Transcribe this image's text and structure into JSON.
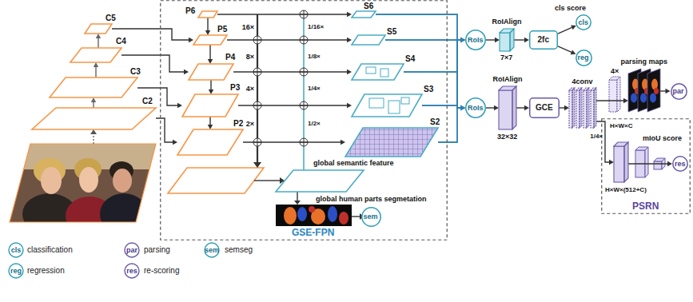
{
  "diagram": {
    "nodes": [
      {
        "text": [
          "C5"
        ]
      },
      {
        "text": [
          "C4"
        ]
      },
      {
        "text": [
          "C3"
        ]
      },
      {
        "text": [
          "C2"
        ]
      },
      {
        "text": [
          "GSE-FPN"
        ]
      },
      {
        "text": [
          "P6"
        ],
        "in": 4
      },
      {
        "text": [
          "P5"
        ],
        "in": 4
      },
      {
        "text": [
          "P4"
        ],
        "in": 4
      },
      {
        "text": [
          "P3"
        ],
        "in": 4
      },
      {
        "text": [
          "P2"
        ],
        "in": 4
      },
      {
        "text": [
          "S6"
        ],
        "in": 4
      },
      {
        "text": [
          "S5"
        ],
        "in": 4
      },
      {
        "text": [
          "S4"
        ],
        "in": 4
      },
      {
        "text": [
          "S3"
        ],
        "in": 4
      },
      {
        "text": [
          "S2"
        ],
        "in": 4
      },
      {
        "text": [
          "global semantic feature"
        ],
        "in": 4
      },
      {
        "text": [
          "sem"
        ],
        "in": 4
      },
      {
        "text": [
          "RoIs"
        ]
      },
      {
        "text": [
          "RoIAlign",
          "7×7"
        ]
      },
      {
        "text": [
          "2fc"
        ]
      },
      {
        "text": [
          "cls"
        ]
      },
      {
        "text": [
          "reg"
        ]
      },
      {
        "text": [
          "RoIs"
        ]
      },
      {
        "text": [
          "RoIAlign",
          "32×32"
        ]
      },
      {
        "text": [
          "GCE"
        ]
      },
      {
        "text": [
          "4conv"
        ]
      },
      {
        "text": [
          "parsing maps"
        ]
      },
      {
        "text": [
          "par"
        ]
      },
      {
        "text": [
          "PSRN"
        ]
      },
      {
        "text": [
          "H×W×(512+C)"
        ],
        "in": 28
      },
      {
        "text": [
          "res"
        ],
        "in": 28
      }
    ],
    "edges": [
      {
        "from": 3,
        "to": 2,
        "arrow": "to"
      },
      {
        "from": 2,
        "to": 1,
        "arrow": "to"
      },
      {
        "from": 1,
        "to": 0,
        "arrow": "to"
      },
      {
        "from": 0,
        "to": 6,
        "arrow": "to"
      },
      {
        "from": 1,
        "to": 7,
        "arrow": "to"
      },
      {
        "from": 2,
        "to": 8,
        "arrow": "to"
      },
      {
        "from": 3,
        "to": 9,
        "arrow": "to"
      },
      {
        "from": 5,
        "to": 6,
        "arrow": "to"
      },
      {
        "from": 6,
        "to": 7,
        "arrow": "to"
      },
      {
        "from": 7,
        "to": 8,
        "arrow": "to"
      },
      {
        "from": 8,
        "to": 9,
        "arrow": "to"
      },
      {
        "from": 5,
        "to": 10,
        "arrow": "to"
      },
      {
        "from": 6,
        "to": 11,
        "arrow": "to"
      },
      {
        "from": 7,
        "to": 12,
        "arrow": "to"
      },
      {
        "from": 8,
        "to": 13,
        "arrow": "to"
      },
      {
        "from": 9,
        "to": 14,
        "arrow": "to"
      },
      {
        "from": 10,
        "to": 17,
        "arrow": "to"
      },
      {
        "from": 11,
        "to": 17,
        "arrow": "to"
      },
      {
        "from": 12,
        "to": 17,
        "arrow": "to"
      },
      {
        "from": 13,
        "to": 17,
        "arrow": "to"
      },
      {
        "from": 14,
        "to": 17,
        "arrow": "to"
      },
      {
        "from": 10,
        "to": 22,
        "arrow": "to"
      },
      {
        "from": 11,
        "to": 22,
        "arrow": "to"
      },
      {
        "from": 12,
        "to": 22,
        "arrow": "to"
      },
      {
        "from": 13,
        "to": 22,
        "arrow": "to"
      },
      {
        "from": 14,
        "to": 22,
        "arrow": "to"
      },
      {
        "from": 17,
        "to": 18,
        "arrow": "to"
      },
      {
        "from": 18,
        "to": 19,
        "arrow": "to"
      },
      {
        "from": 19,
        "to": 20,
        "arrow": "to"
      },
      {
        "from": 19,
        "to": 21,
        "arrow": "to"
      },
      {
        "from": 22,
        "to": 23,
        "arrow": "to"
      },
      {
        "from": 23,
        "to": 24,
        "arrow": "to"
      },
      {
        "from": 24,
        "to": 25,
        "arrow": "to"
      },
      {
        "from": 25,
        "to": 26,
        "arrow": "to"
      },
      {
        "from": 26,
        "to": 27,
        "arrow": "to"
      },
      {
        "from": 25,
        "to": 29,
        "arrow": "to"
      },
      {
        "from": 29,
        "to": 30,
        "arrow": "to"
      }
    ],
    "labels": [
      "16×",
      "8×",
      "4×",
      "2×",
      "1/16×",
      "1/8×",
      "1/4×",
      "1/2×",
      "global human parts segmetation",
      "cls score",
      "4×",
      "1/4×",
      "H×W×C",
      "mIoU score",
      "cls",
      "par",
      "sem",
      "reg",
      "res"
    ],
    "legend": [
      {
        "text": "classification"
      },
      {
        "text": "parsing"
      },
      {
        "text": "semseg"
      },
      {
        "text": "regression"
      },
      {
        "text": "re-scoring"
      }
    ]
  }
}
